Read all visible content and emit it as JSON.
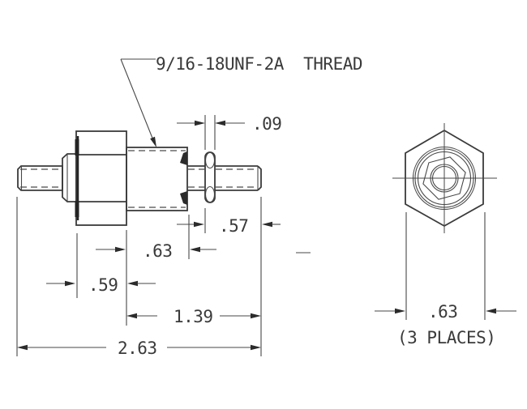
{
  "note": {
    "thread": "9/16-18UNF-2A  THREAD"
  },
  "side": {
    "dims": {
      "washer_thickness": ".09",
      "stud_exposed": ".57",
      "body_length": ".63",
      "hex_width": ".59",
      "mid_to_end": "1.39",
      "overall": "2.63"
    }
  },
  "end": {
    "dims": {
      "across_flats": ".63",
      "places": "(3 PLACES)"
    }
  },
  "colors": {
    "line": "#3b3b3b",
    "dim_line": "#474747",
    "text": "#3a3a3a",
    "arrow": "#2b2b2b",
    "background": "#ffffff"
  }
}
